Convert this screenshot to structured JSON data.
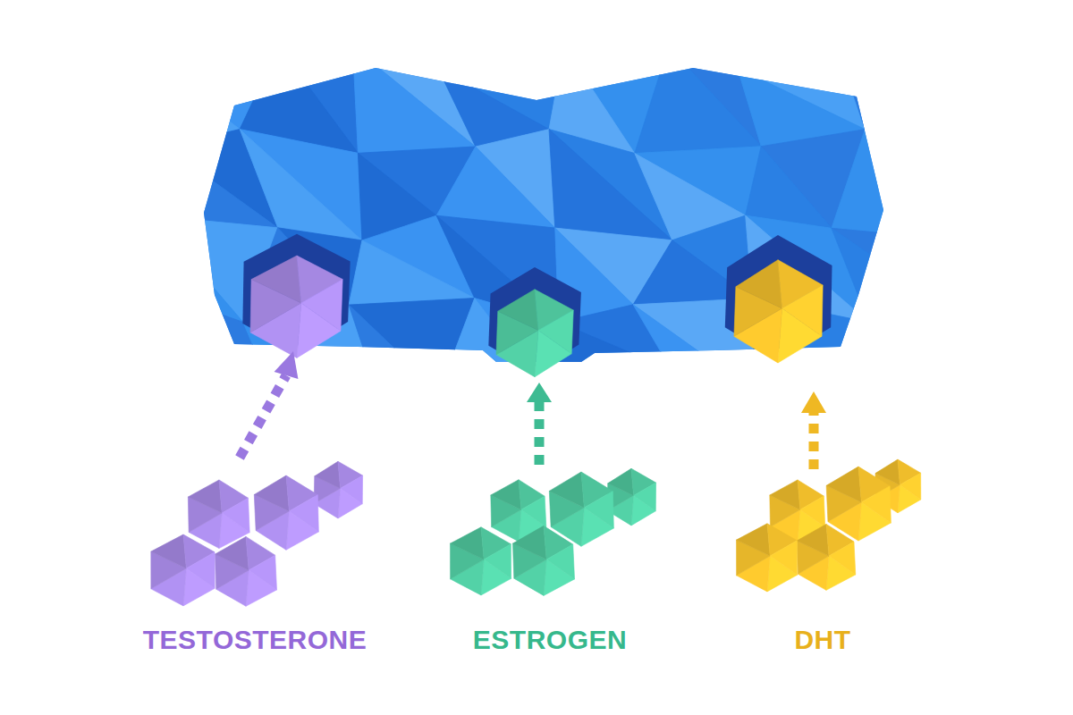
{
  "diagram": {
    "nodes": [
      {
        "text": [
          "TESTOSTERONE"
        ]
      },
      {
        "text": [
          "ESTROGEN"
        ]
      },
      {
        "text": [
          "DHT"
        ]
      }
    ]
  }
}
